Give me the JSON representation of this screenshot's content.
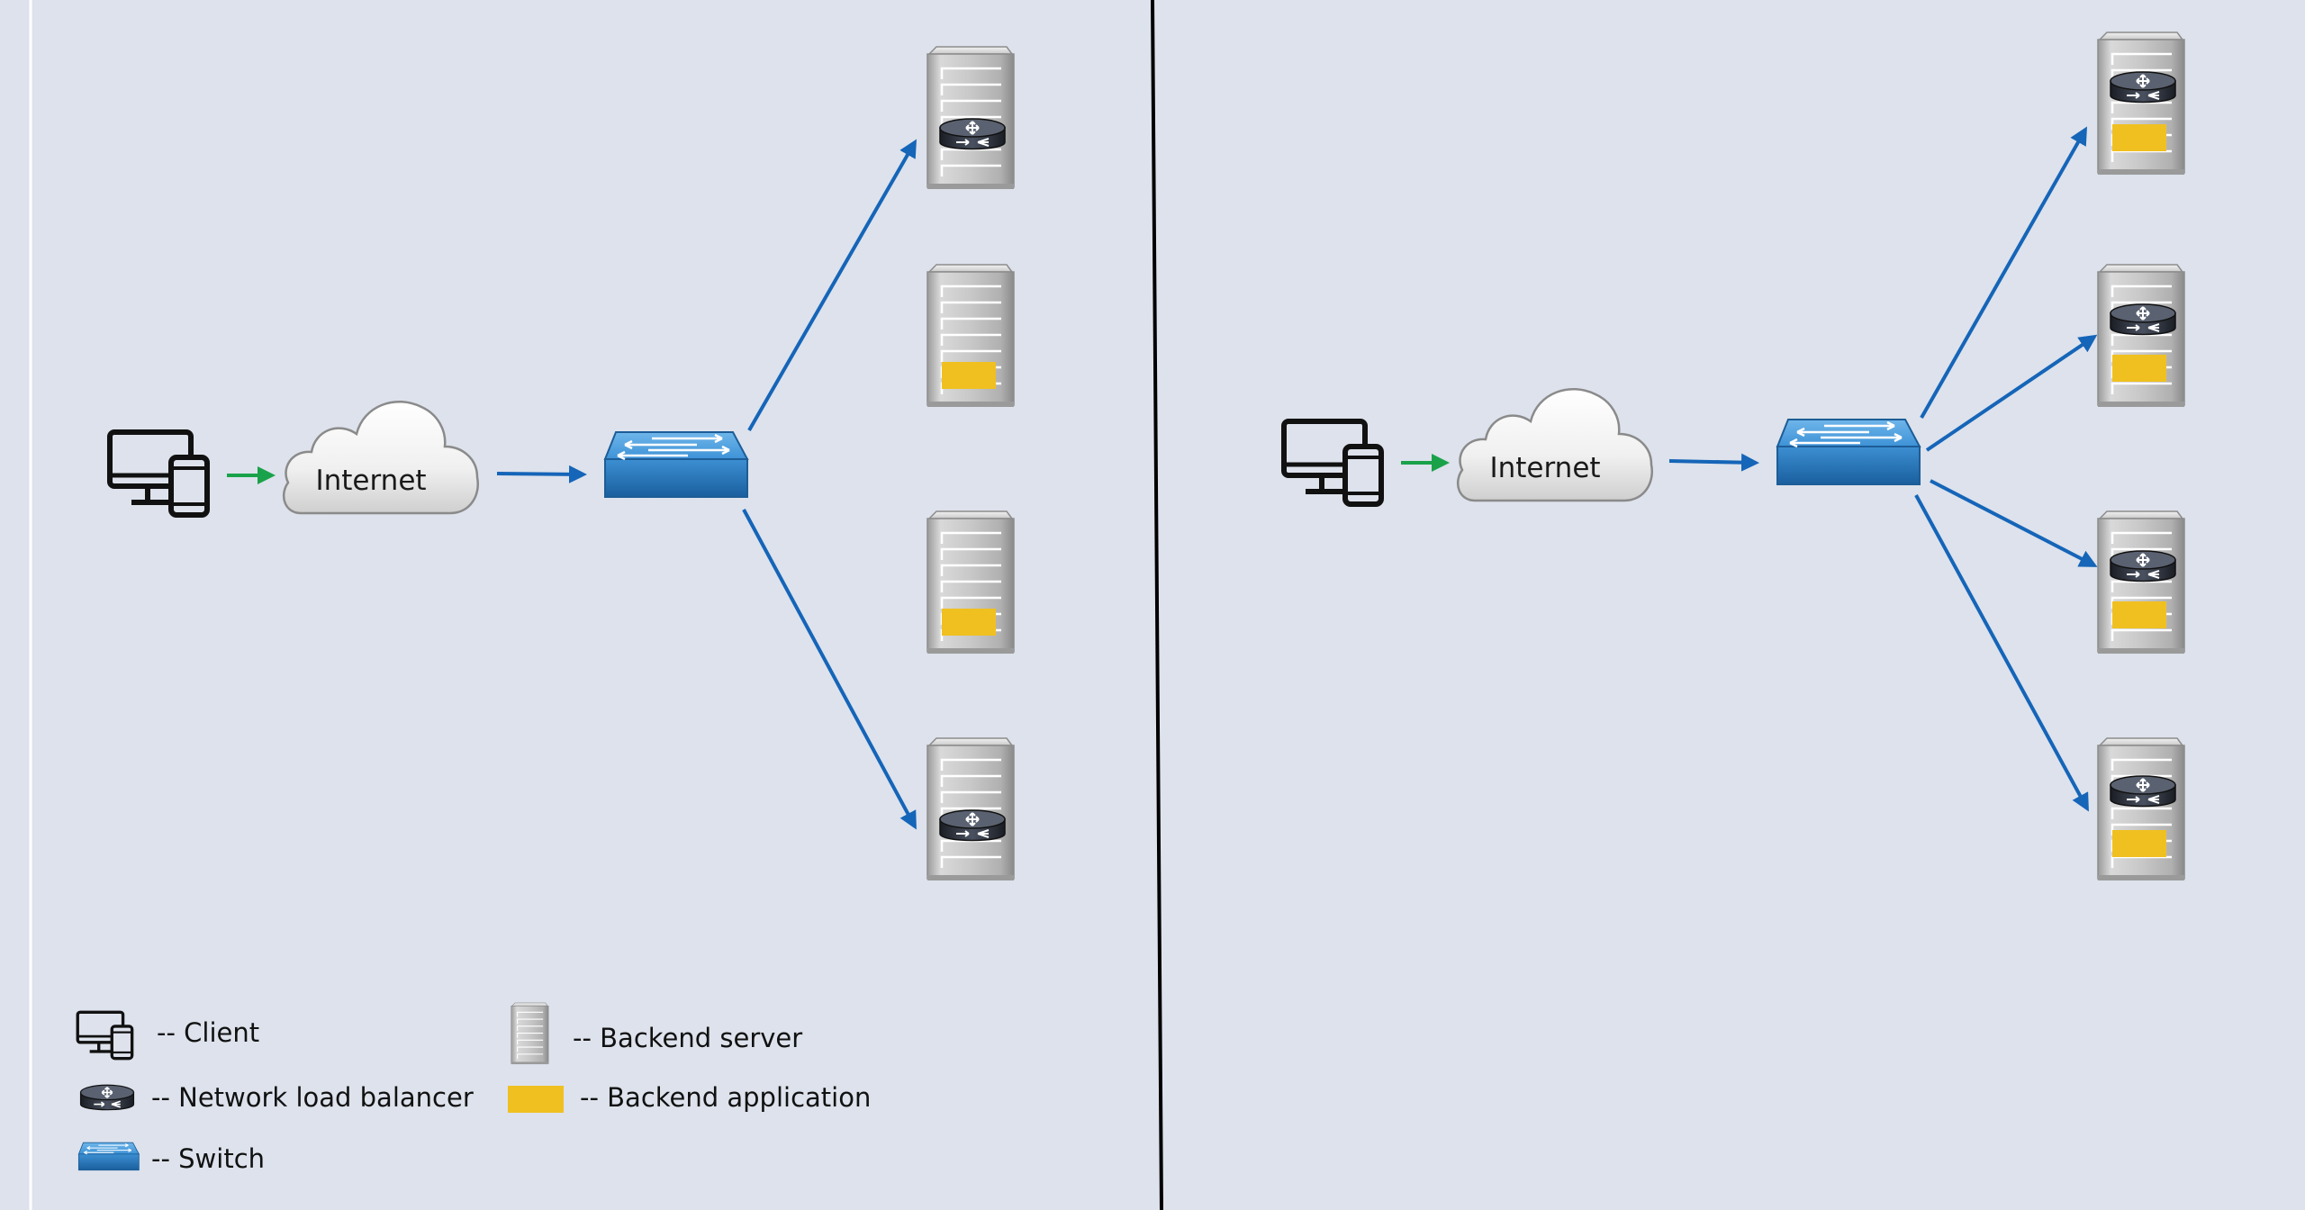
{
  "colors": {
    "background": "#dde2ec",
    "divider": "#000000",
    "client_arrow": "#1aa24a",
    "link_arrow": "#1565b8",
    "backend_application": "#f0c020",
    "switch": "#2c8ad0"
  },
  "left": {
    "cloud_label": "Internet",
    "servers": [
      {
        "contents": "network-load-balancer"
      },
      {
        "contents": "backend-application"
      },
      {
        "contents": "backend-application"
      },
      {
        "contents": "network-load-balancer"
      }
    ]
  },
  "right": {
    "cloud_label": "Internet",
    "servers": [
      {
        "contents": "network-load-balancer+backend-application"
      },
      {
        "contents": "network-load-balancer+backend-application"
      },
      {
        "contents": "network-load-balancer+backend-application"
      },
      {
        "contents": "network-load-balancer+backend-application"
      }
    ]
  },
  "legend": {
    "client": "-- Client",
    "network_load_balancer": "-- Network load balancer",
    "switch": "-- Switch",
    "backend_server": "-- Backend server",
    "backend_application": "-- Backend application"
  },
  "icons": [
    "client-icon",
    "cloud-icon",
    "switch-icon",
    "server-icon",
    "load-balancer-icon",
    "app-block-icon"
  ]
}
